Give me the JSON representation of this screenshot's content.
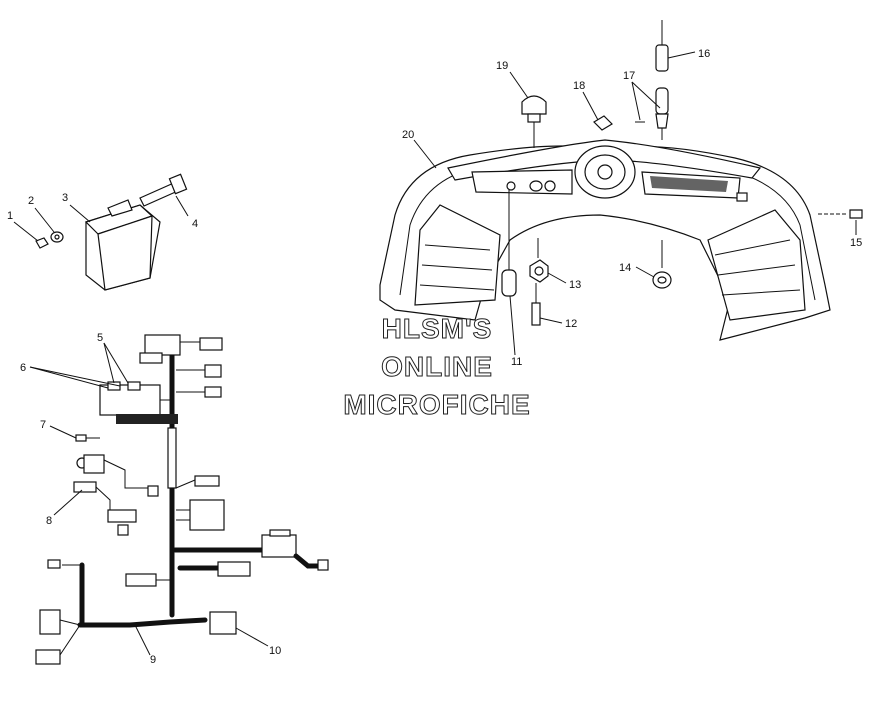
{
  "callouts": [
    "1",
    "2",
    "3",
    "4",
    "5",
    "6",
    "7",
    "8",
    "9",
    "10",
    "11",
    "12",
    "13",
    "14",
    "15",
    "16",
    "17",
    "18",
    "19",
    "20"
  ],
  "watermark": {
    "line1": "HLSM'S",
    "line2": "ONLINE",
    "line3": "MICROFICHE"
  }
}
